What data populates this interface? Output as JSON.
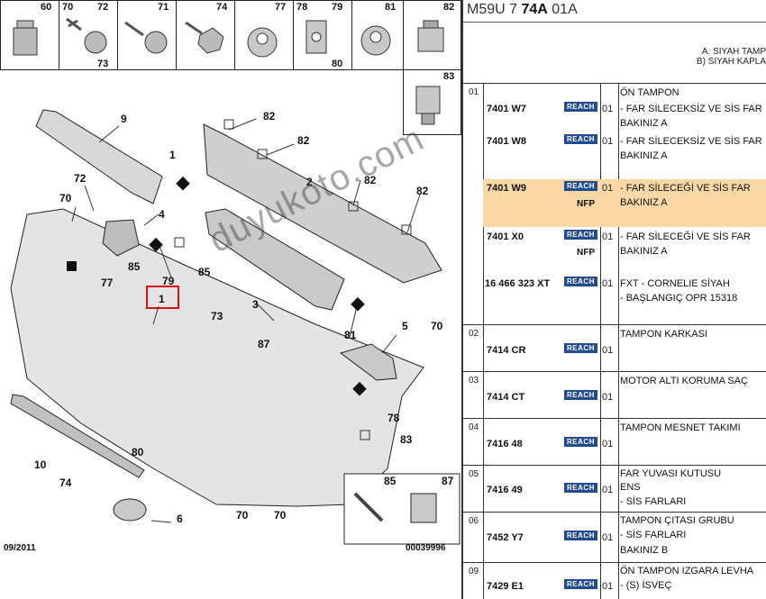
{
  "header": {
    "ref_pre": "M59U 7 ",
    "ref_bold": "74A",
    "ref_post": " 01A"
  },
  "legend": {
    "a": "A: SIYAH TAMP",
    "b": "B) SIYAH KAPLA"
  },
  "thumb_numbers": [
    "60",
    "70",
    "72",
    "73",
    "71",
    "74",
    "77",
    "78",
    "79",
    "80",
    "81",
    "82",
    "83"
  ],
  "callouts": [
    "9",
    "82",
    "82",
    "1",
    "2",
    "82",
    "82",
    "72",
    "70",
    "4",
    "85",
    "77",
    "79",
    "85",
    "3",
    "1",
    "73",
    "81",
    "87",
    "5",
    "70",
    "78",
    "83",
    "80",
    "10",
    "74",
    "6",
    "70",
    "70",
    "85",
    "87"
  ],
  "footer": {
    "date": "09/2011",
    "code": "00039996"
  },
  "watermark": "duyukoto.com",
  "groups": [
    {
      "num": "01",
      "rows": [
        {
          "pn": "7401 W7",
          "reach": "REACH",
          "nfp": "",
          "qty": "01",
          "desc": "ÖN TAMPON",
          "desc2": "- FAR SİLECEKSİZ VE SİS FAR",
          "desc3": "BAKINIZ A"
        },
        {
          "pn": "7401 W8",
          "reach": "REACH",
          "nfp": "",
          "qty": "01",
          "desc": "",
          "desc2": "- FAR SİLECEKSİZ VE SİS FAR",
          "desc3": "BAKINIZ A"
        },
        {
          "pn": "7401 W9",
          "reach": "REACH",
          "nfp": "NFP",
          "qty": "01",
          "desc": "",
          "desc2": "- FAR SİLECEĞİ VE SİS FAR",
          "desc3": "BAKINIZ A"
        },
        {
          "pn": "7401 X0",
          "reach": "REACH",
          "nfp": "NFP",
          "qty": "01",
          "desc": "",
          "desc2": "- FAR SİLECEĞİ VE SİS FAR",
          "desc3": "BAKINIZ A"
        },
        {
          "pn": "16 466 323 XT",
          "reach": "REACH",
          "nfp": "",
          "qty": "01",
          "desc": "FXT - CORNELIE SİYAH",
          "desc2": "- BAŞLANGIÇ OPR 15318",
          "desc3": ""
        }
      ]
    },
    {
      "num": "02",
      "rows": [
        {
          "pn": "7414 CR",
          "reach": "REACH",
          "nfp": "",
          "qty": "01",
          "desc": "TAMPON KARKASI",
          "desc2": "",
          "desc3": ""
        }
      ]
    },
    {
      "num": "03",
      "rows": [
        {
          "pn": "7414 CT",
          "reach": "REACH",
          "nfp": "",
          "qty": "01",
          "desc": "MOTOR ALTI KORUMA SAÇ",
          "desc2": "",
          "desc3": ""
        }
      ]
    },
    {
      "num": "04",
      "rows": [
        {
          "pn": "7416 48",
          "reach": "REACH",
          "nfp": "",
          "qty": "01",
          "desc": "TAMPON MESNET TAKIMI",
          "desc2": "",
          "desc3": ""
        }
      ]
    },
    {
      "num": "05",
      "rows": [
        {
          "pn": "7416 49",
          "reach": "REACH",
          "nfp": "",
          "qty": "01",
          "desc": "FAR YUVASI KUTUSU",
          "desc2": "ENS",
          "desc3": "- SİS FARLARI"
        }
      ]
    },
    {
      "num": "06",
      "rows": [
        {
          "pn": "7452 Y7",
          "reach": "REACH",
          "nfp": "",
          "qty": "01",
          "desc": "TAMPON ÇITASI GRUBU",
          "desc2": "- SİS FARLARI",
          "desc3": "BAKINIZ B"
        }
      ]
    },
    {
      "num": "09",
      "rows": [
        {
          "pn": "7429 E1",
          "reach": "REACH",
          "nfp": "",
          "qty": "01",
          "desc": "ÖN TAMPON IZGARA LEVHA",
          "desc2": "- (S) İSVEÇ",
          "desc3": ""
        }
      ]
    }
  ]
}
